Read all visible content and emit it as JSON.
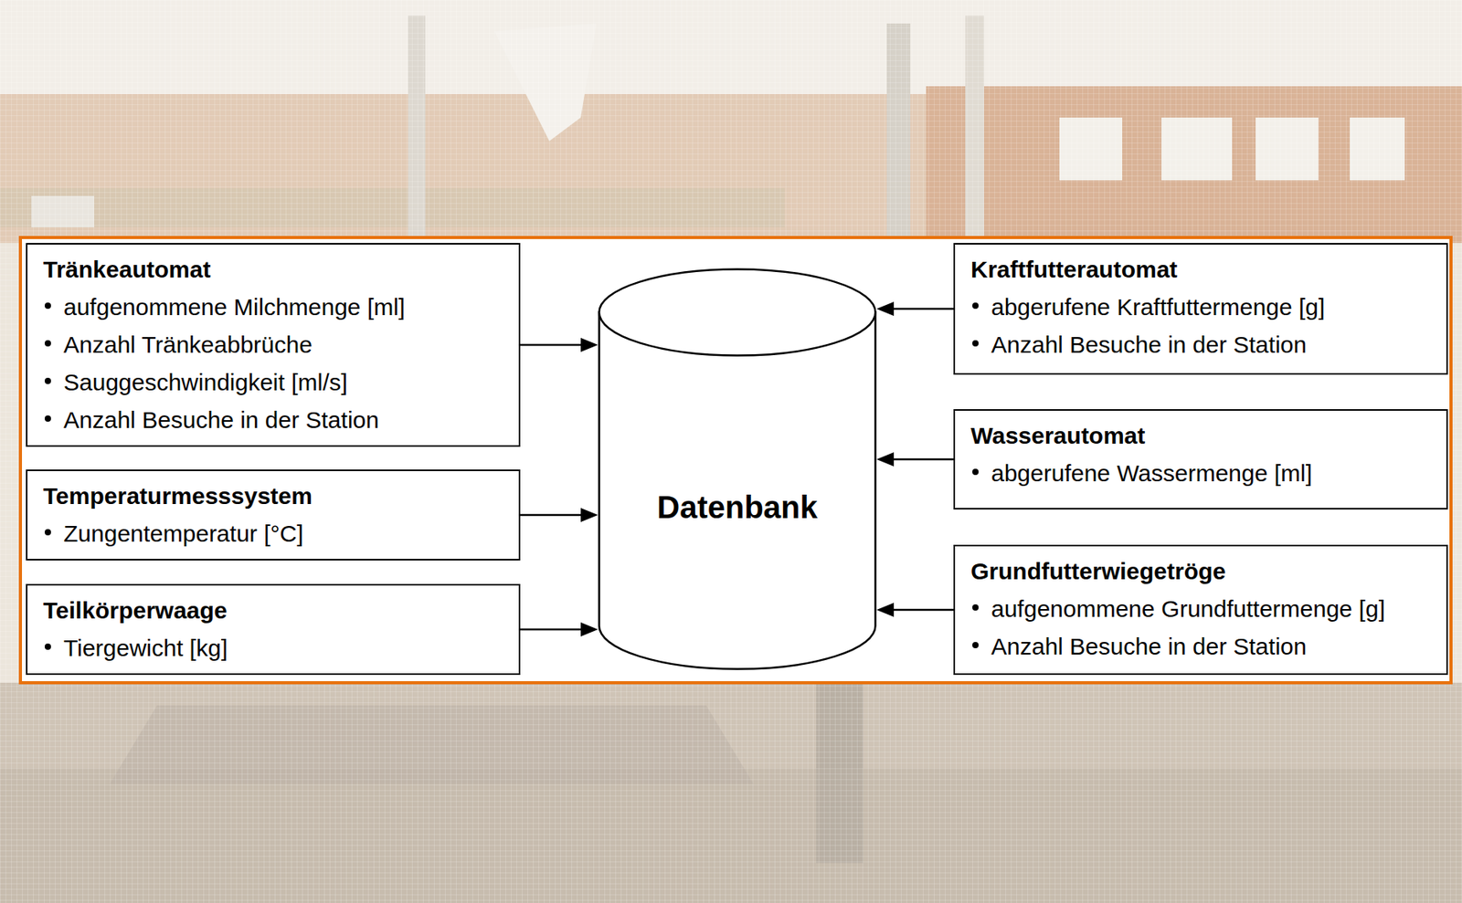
{
  "diagram": {
    "nodes": [
      {
        "text": [
          "Tränkeautomat",
          "aufgenommene Milchmenge [ml]",
          "Anzahl Tränkeabbrüche",
          "Sauggeschwindigkeit [ml/s]",
          "Anzahl Besuche in der Station"
        ]
      },
      {
        "text": [
          "Temperaturmesssystem",
          "Zungentemperatur [°C]"
        ]
      },
      {
        "text": [
          "Teilkörperwaage",
          "Tiergewicht [kg]"
        ]
      },
      {
        "text": [
          "Datenbank"
        ]
      },
      {
        "text": [
          "Kraftfutterautomat",
          "abgerufene Kraftfuttermenge [g]",
          "Anzahl Besuche in der Station"
        ]
      },
      {
        "text": [
          "Wasserautomat",
          "abgerufene Wassermenge [ml]"
        ]
      },
      {
        "text": [
          "Grundfutterwiegetröge",
          "aufgenommene Grundfuttermenge [g]",
          "Anzahl Besuche in der Station"
        ]
      }
    ],
    "edges": [
      {
        "from": 0,
        "to": 3,
        "arrow": "to"
      },
      {
        "from": 1,
        "to": 3,
        "arrow": "to"
      },
      {
        "from": 2,
        "to": 3,
        "arrow": "to"
      },
      {
        "from": 4,
        "to": 3,
        "arrow": "to"
      },
      {
        "from": 5,
        "to": 3,
        "arrow": "to"
      },
      {
        "from": 6,
        "to": 3,
        "arrow": "to"
      }
    ]
  }
}
